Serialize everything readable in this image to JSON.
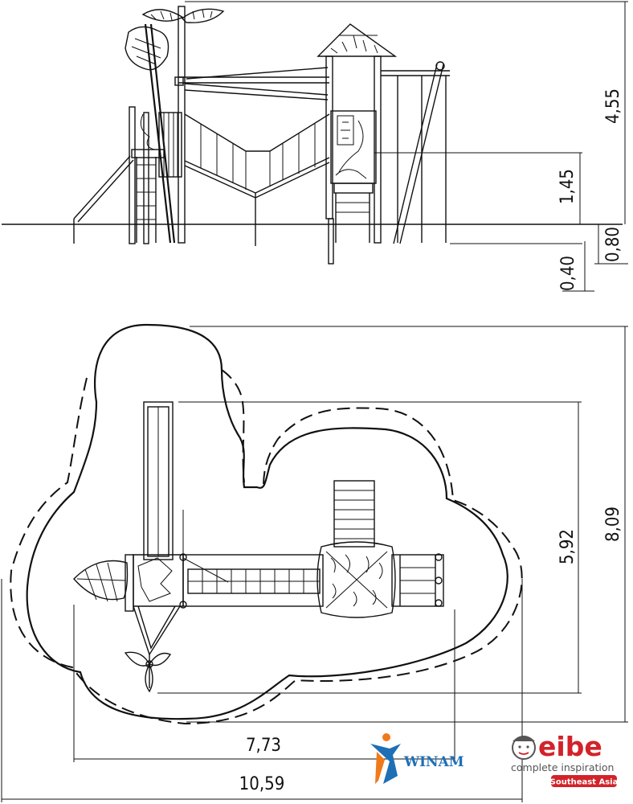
{
  "elevation": {
    "dim_total_height": "4,55",
    "dim_platform_height": "1,45",
    "dim_below_ground_a": "0,80",
    "dim_below_ground_b": "0,40"
  },
  "plan": {
    "dim_depth_total": "8,09",
    "dim_depth_equipment": "5,92",
    "dim_width_equipment": "7,73",
    "dim_width_total": "10,59"
  },
  "logos": {
    "winam": "WINAM",
    "eibe_name": "eibe",
    "eibe_tagline": "complete inspiration",
    "eibe_region": "Southeast Asia"
  },
  "colors": {
    "line": "#111111",
    "winam_blue": "#1f6fb5",
    "winam_orange": "#f07a1a",
    "eibe_red": "#d2232a",
    "eibe_gray": "#555555"
  }
}
